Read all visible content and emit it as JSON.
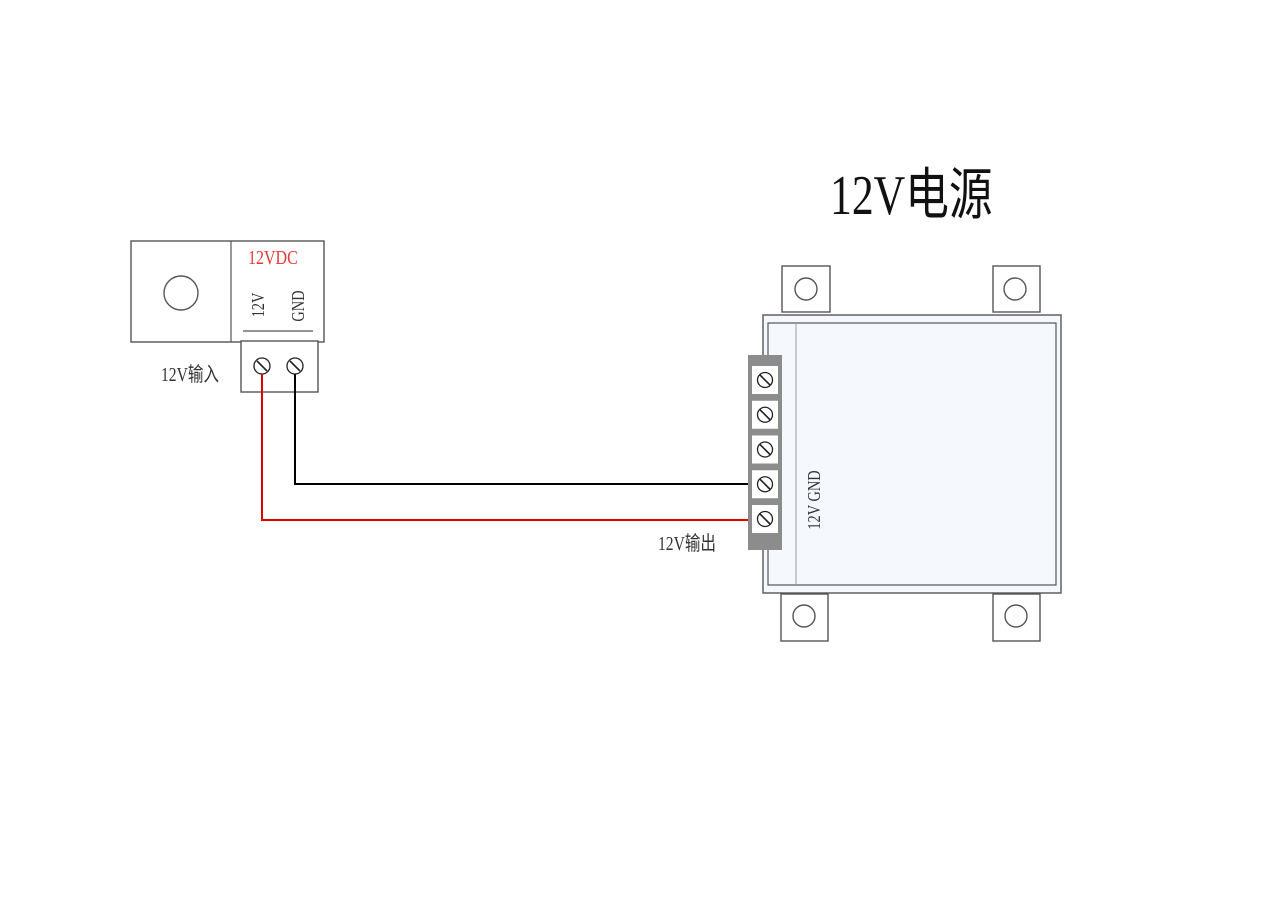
{
  "title": "12V电源",
  "input_device": {
    "rating": "12VDC",
    "pin_labels": [
      "12V",
      "GND"
    ],
    "terminal_label": "12V输入"
  },
  "power_supply": {
    "output_label": "12V输出",
    "pin_label": "12V GND",
    "terminal_count": 5
  },
  "colors": {
    "rating_text": "#e53935",
    "red_wire": "#e00000",
    "black_wire": "#000000",
    "terminal_strip": "#8c8c8c",
    "supply_fill": "#f5f8fc"
  }
}
